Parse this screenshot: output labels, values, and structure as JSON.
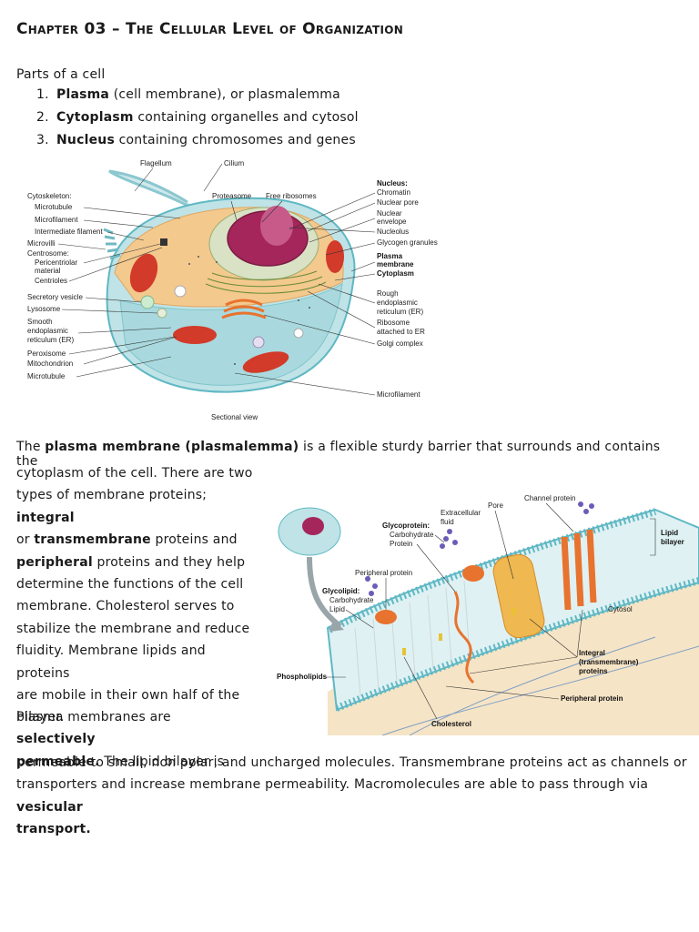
{
  "title": "Chapter 03 – The Cellular Level of Organization",
  "parts": {
    "heading": "Parts of a cell",
    "items": [
      {
        "num": "1.",
        "term": "Plasma",
        "rest": " (cell membrane), or plasmalemma"
      },
      {
        "num": "2.",
        "term": "Cytoplasm",
        "rest": " containing organelles and cytosol"
      },
      {
        "num": "3.",
        "term": "Nucleus",
        "rest": " containing chromosomes and genes"
      }
    ]
  },
  "figure1": {
    "caption": "Sectional view",
    "labels_left": [
      "Flagellum",
      "Cytoskeleton:",
      "Microtubule",
      "Microfilament",
      "Intermediate filament",
      "Microvilli",
      "Centrosome:",
      "Pericentriolar",
      "material",
      "Centrioles",
      "Secretory vesicle",
      "Lysosome",
      "Smooth",
      "endoplasmic",
      "reticulum (ER)",
      "Peroxisome",
      "Mitochondrion",
      "Microtubule"
    ],
    "labels_top": [
      "Cilium",
      "Proteasome",
      "Free ribosomes"
    ],
    "labels_right": [
      "Nucleus:",
      "Chromatin",
      "Nuclear pore",
      "Nuclear",
      "envelope",
      "Nucleolus",
      "Glycogen granules",
      "Plasma",
      "membrane",
      "Cytoplasm",
      "Rough",
      "endoplasmic",
      "reticulum (ER)",
      "Ribosome",
      "attached to ER",
      "Golgi complex",
      "Microfilament"
    ]
  },
  "para1": {
    "lead": "The ",
    "term1": "plasma membrane (plasmalemma)",
    "after1": " is a flexible sturdy barrier that surrounds and contains the",
    "line2": "cytoplasm of the cell. There are two",
    "line3a": "types of membrane proteins; ",
    "term2": "integral",
    "line4a": "or ",
    "term3": "transmembrane",
    "line4b": " proteins and",
    "term4": "peripheral",
    "line5b": " proteins and they help",
    "line6": "determine the functions of the cell",
    "line7": "membrane. Cholesterol serves to",
    "line8": "stabilize the membrane  and reduce",
    "line9": "fluidity. Membrane lipids and proteins",
    "line10": "are mobile in their own half of the",
    "line11": "bilayer."
  },
  "figure2": {
    "labels": [
      "Glycoprotein:",
      "Carbohydrate",
      "Protein",
      "Extracellular",
      "fluid",
      "Pore",
      "Channel protein",
      "Lipid",
      "bilayer",
      "Peripheral protein",
      "Glycolipid:",
      "Carbohydrate",
      "Lipid",
      "Cytosol",
      "Phospholipids",
      "Integral",
      "(transmembrane)",
      "proteins",
      "Peripheral protein",
      "Cholesterol"
    ]
  },
  "para2": {
    "lead": "Plasma membranes are ",
    "term1": "selectively",
    "term1b": "permeable.",
    "after1": " The lipid bilayer is",
    "line3": "permeable to small, non polar, and uncharged molecules. Transmembrane proteins act as channels or",
    "line4": "transporters and increase membrane permeability. Macromolecules are able to pass through via ",
    "term2": "vesicular",
    "term2b": "transport."
  },
  "colors": {
    "membrane": "#5fb8c4",
    "nucleus": "#b0306a",
    "cytoplasm": "#f3c98e",
    "mitochondrion": "#d23a2a",
    "protein": "#e8732e",
    "cholesterol": "#e9c233",
    "carbohydrate": "#6c5bb7"
  }
}
